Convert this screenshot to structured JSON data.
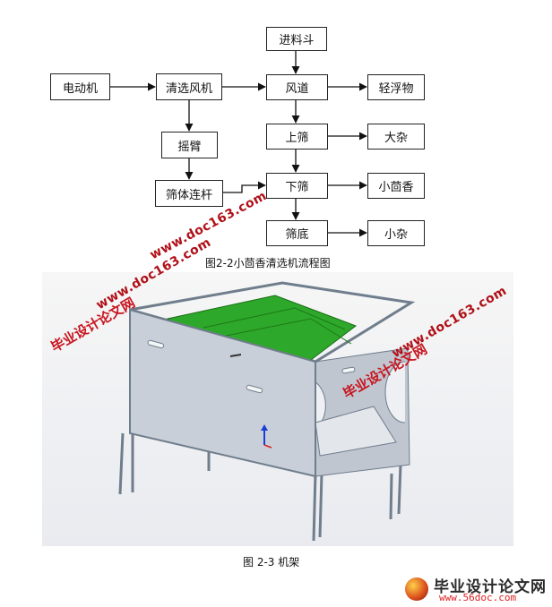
{
  "flowchart": {
    "nodes": {
      "motor": "电动机",
      "fan": "清选风机",
      "hopper": "进料斗",
      "duct": "风道",
      "light": "轻浮物",
      "rocker": "摇臂",
      "upper_sieve": "上筛",
      "large_impurity": "大杂",
      "linkage": "筛体连杆",
      "lower_sieve": "下筛",
      "fennel": "小茴香",
      "sieve_bottom": "筛底",
      "small_impurity": "小杂"
    },
    "caption": "图2-2小茴香清选机流程图"
  },
  "figure": {
    "caption": "图 2-3 机架"
  },
  "watermarks": {
    "site_cn": "毕业设计论文网",
    "site_url": "www.doc163.com"
  },
  "logo": {
    "title": "毕业设计论文网",
    "url": "www.56doc.com"
  },
  "colors": {
    "frame": "#6f7d8c",
    "panel": "#c9cfd8",
    "sieve": "#2ea82a",
    "watermark": "#c8141e"
  }
}
